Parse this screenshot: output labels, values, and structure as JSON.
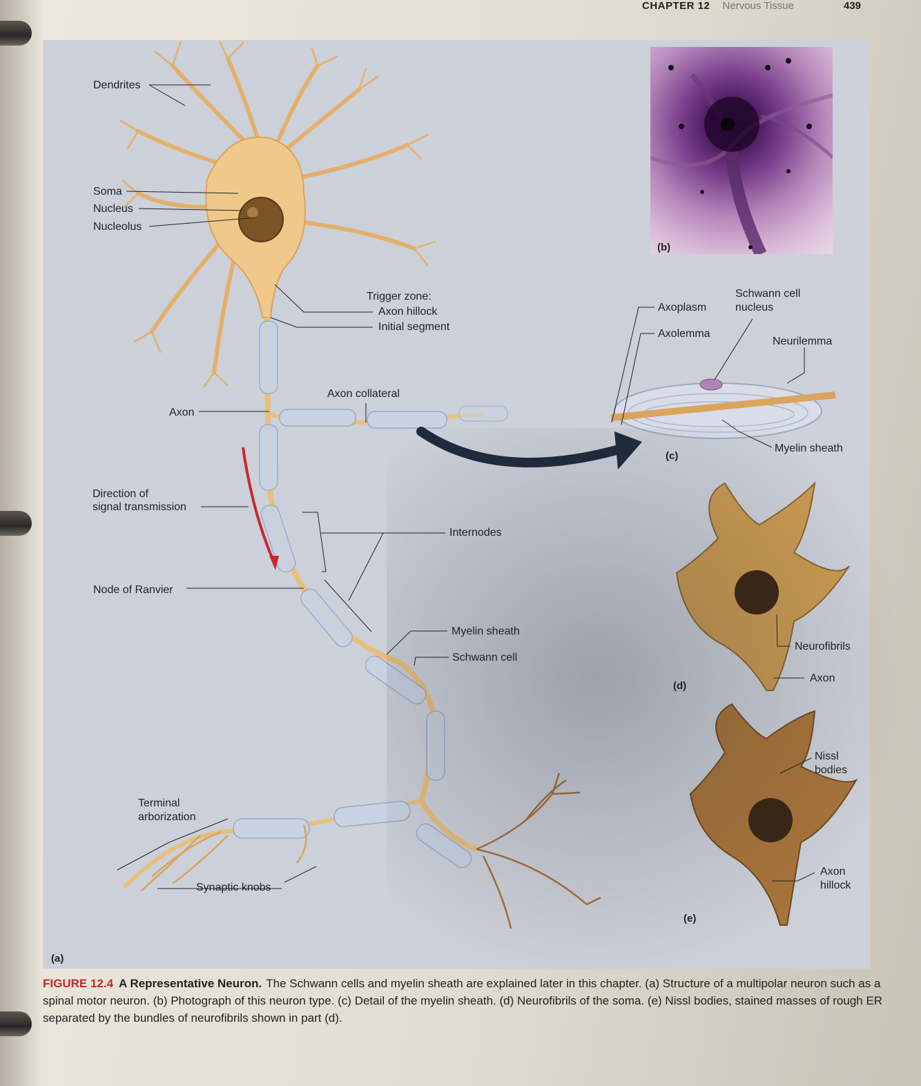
{
  "header": {
    "chapter": "CHAPTER 12",
    "section": "Nervous Tissue",
    "page_number": "439"
  },
  "parts": {
    "a": "(a)",
    "b": "(b)",
    "c": "(c)",
    "d": "(d)",
    "e": "(e)"
  },
  "labels_a": {
    "dendrites": "Dendrites",
    "soma": "Soma",
    "nucleus": "Nucleus",
    "nucleolus": "Nucleolus",
    "trigger_zone": "Trigger zone:",
    "axon_hillock": "Axon hillock",
    "initial_segment": "Initial segment",
    "axon_collateral": "Axon collateral",
    "axon": "Axon",
    "direction_1": "Direction of",
    "direction_2": "signal transmission",
    "internodes": "Internodes",
    "node_of_ranvier": "Node of Ranvier",
    "myelin_sheath": "Myelin sheath",
    "schwann_cell": "Schwann cell",
    "terminal_1": "Terminal",
    "terminal_2": "arborization",
    "synaptic_knobs": "Synaptic knobs"
  },
  "labels_c": {
    "axoplasm": "Axoplasm",
    "schwann_nucleus_1": "Schwann cell",
    "schwann_nucleus_2": "nucleus",
    "axolemma": "Axolemma",
    "neurilemma": "Neurilemma",
    "myelin_sheath": "Myelin sheath"
  },
  "labels_d": {
    "neurofibrils": "Neurofibrils",
    "axon": "Axon"
  },
  "labels_e": {
    "nissl_1": "Nissl",
    "nissl_2": "bodies",
    "hillock_1": "Axon",
    "hillock_2": "hillock"
  },
  "caption": {
    "figure_number": "FIGURE 12.4",
    "title": "A Representative Neuron.",
    "text": "The Schwann cells and myelin sheath are explained later in this chapter. (a) Structure of a multipolar neuron such as a spinal motor neuron. (b) Photograph of this neuron type. (c) Detail of the myelin sheath. (d) Neurofibrils of the soma. (e) Nissl bodies, stained masses of rough ER separated by the bundles of neurofibrils shown in part (d)."
  },
  "colors": {
    "accent_red": "#c8282d",
    "neuron_fill": "#f0c88a",
    "neuron_edge": "#d9a45c",
    "myelin": "#c8d2e2",
    "nucleus": "#7a5426",
    "arrow_dark": "#1f2a3c"
  }
}
